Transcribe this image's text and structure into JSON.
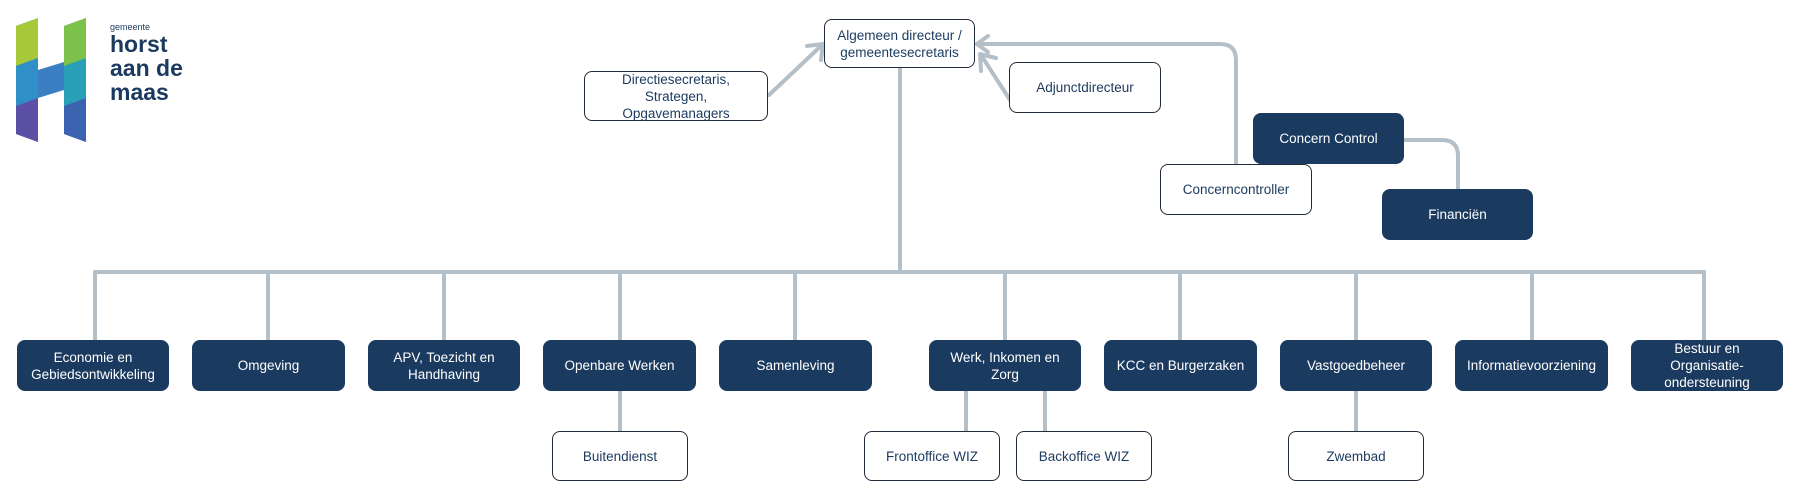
{
  "logo": {
    "small": "gemeente",
    "line1": "horst",
    "line2": "aan de",
    "line3": "maas"
  },
  "nodes": {
    "director": "Algemeen directeur / gemeentesecretaris",
    "secretariaat": "Directiesecretaris, Strategen, Opgavemanagers",
    "adjunct": "Adjunctdirecteur",
    "concern_control": "Concern Control",
    "concerncontroller": "Concerncontroller",
    "financien": "Financiën",
    "economie": "Economie en Gebiedsontwikkeling",
    "omgeving": "Omgeving",
    "apv": "APV, Toezicht en Handhaving",
    "openbare_werken": "Openbare Werken",
    "buitendienst": "Buitendienst",
    "samenleving": "Samenleving",
    "werk": "Werk, Inkomen en Zorg",
    "frontoffice": "Frontoffice WIZ",
    "backoffice": "Backoffice WIZ",
    "kcc": "KCC en Burgerzaken",
    "vastgoed": "Vastgoedbeheer",
    "zwembad": "Zwembad",
    "informatie": "Informatievoorziening",
    "bestuur": "Bestuur en Organisatie-ondersteuning"
  },
  "colors": {
    "dark_box": "#1b3a5f",
    "connector": "#b4bfc8",
    "border": "#1f2b38"
  }
}
